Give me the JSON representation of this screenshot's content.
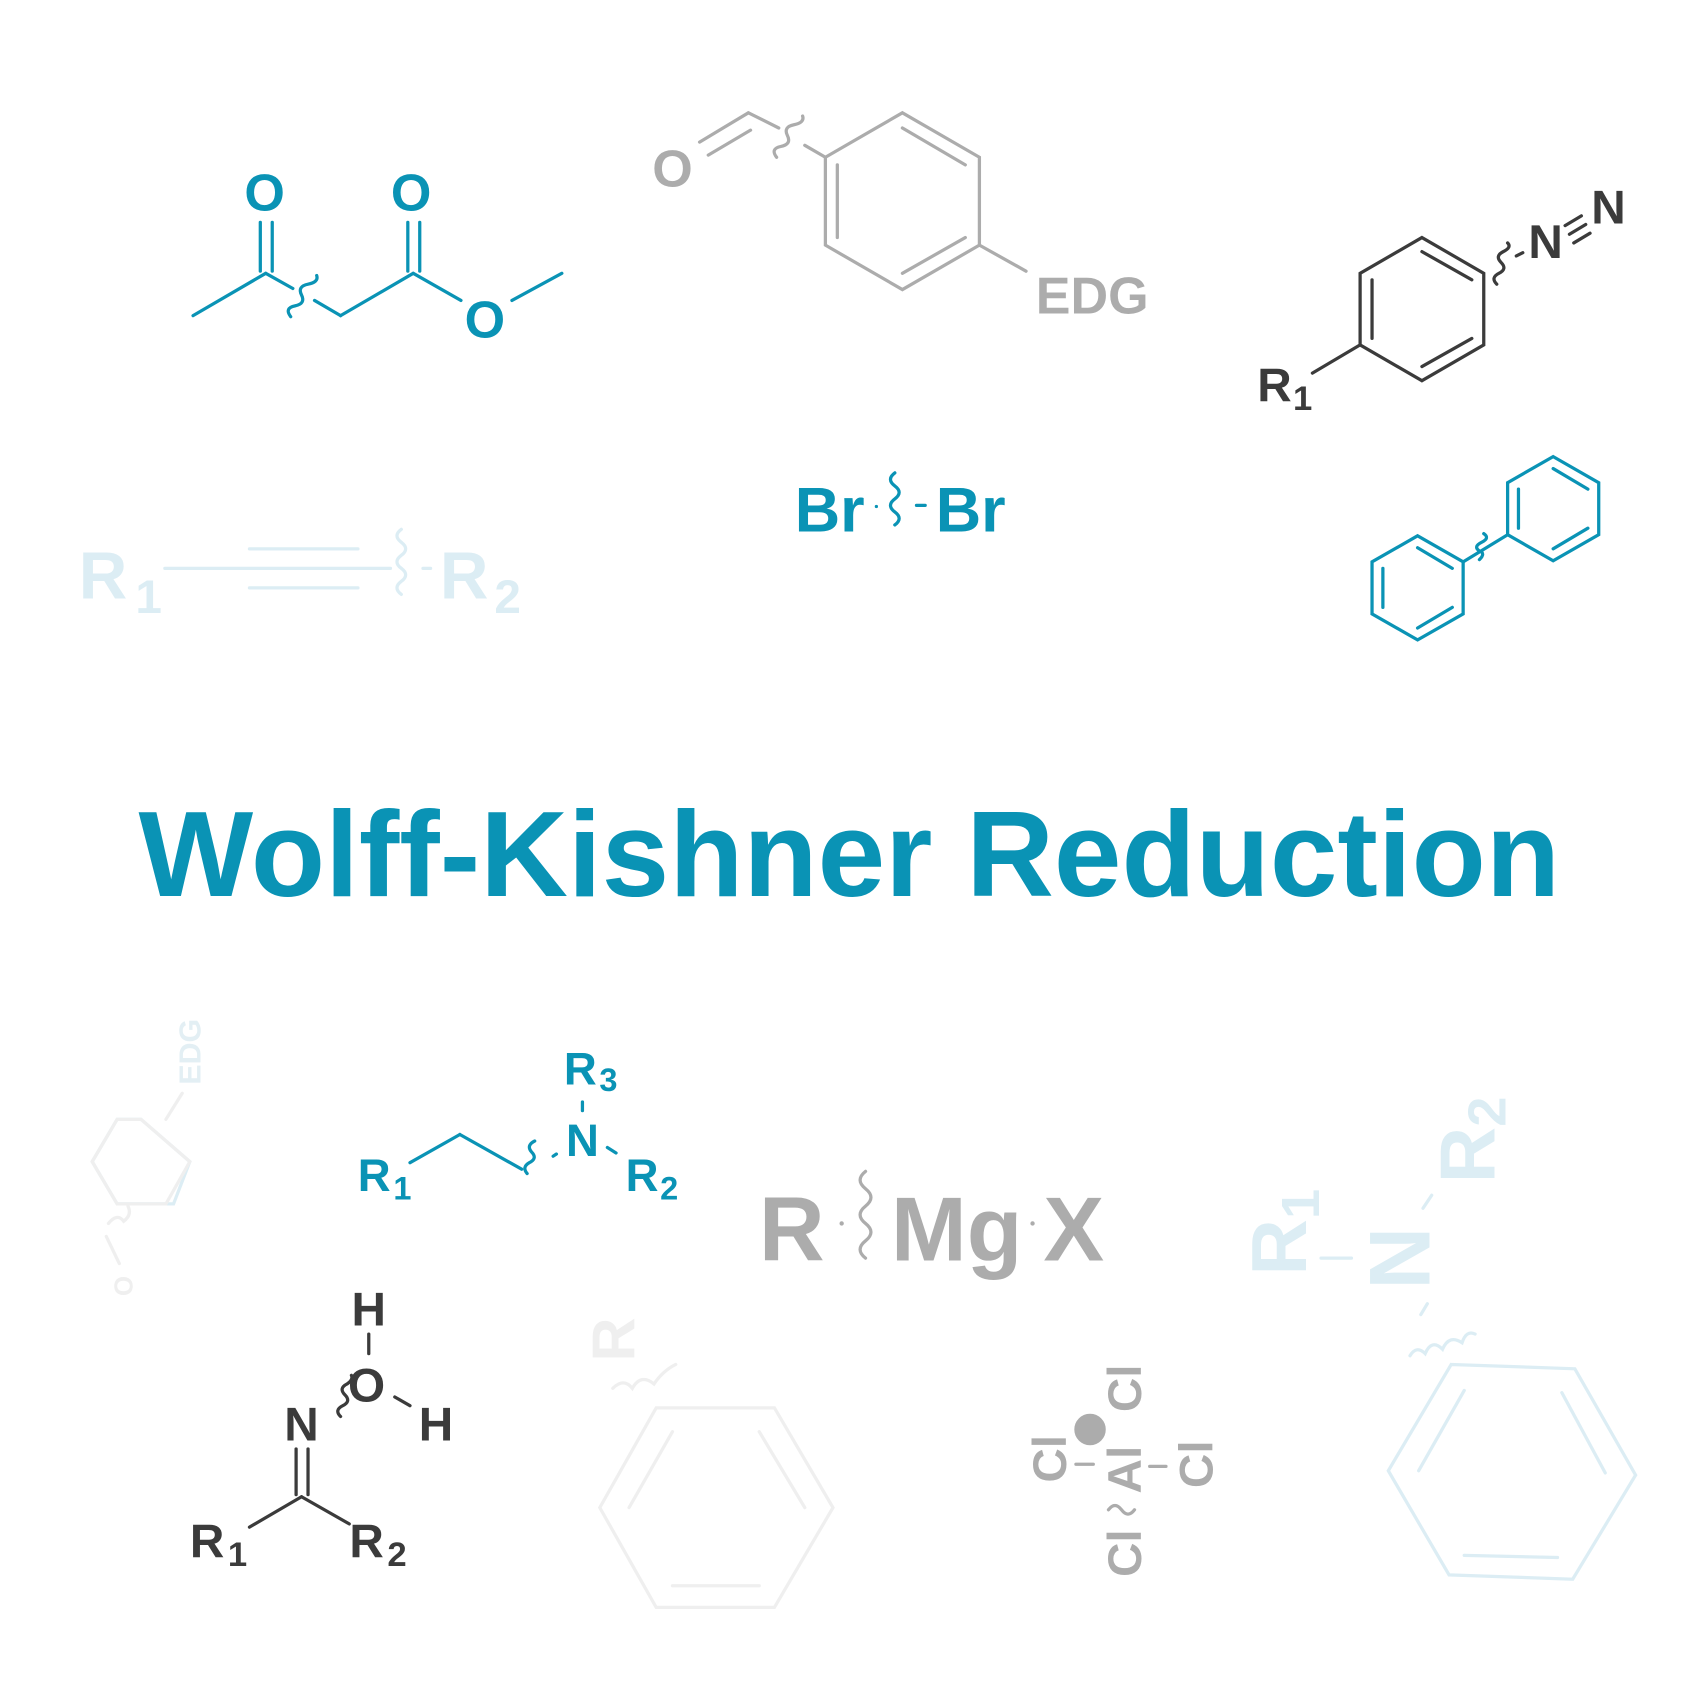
{
  "title": "Wolff-Kishner Reduction",
  "colors": {
    "accent": "#0a93b5",
    "gray": "#acacac",
    "dark": "#3b3b3b",
    "light_blue": "#dcedf4",
    "light_gray": "#efefef"
  },
  "molecules": {
    "ketoester": {
      "o1": "O",
      "o2": "O",
      "o3": "O"
    },
    "aldehyde": {
      "o": "O",
      "edg": "EDG"
    },
    "diazonium": {
      "r": "R",
      "r_sub": "1",
      "n1": "N",
      "n2": "N"
    },
    "bromine": {
      "br1": "Br",
      "br2": "Br"
    },
    "alkyne": {
      "r1": "R",
      "r1_sub": "1",
      "r2": "R",
      "r2_sub": "2"
    },
    "amine": {
      "r1": "R",
      "r1_sub": "1",
      "n": "N",
      "r2": "R",
      "r2_sub": "2",
      "r3": "R",
      "r3_sub": "3"
    },
    "grignard": {
      "r": "R",
      "mg": "Mg",
      "x": "X"
    },
    "faint_aldehyde": {
      "edg": "EDG",
      "o": "O"
    },
    "faint_arene": {
      "r": "R"
    },
    "aluminate": {
      "cl1": "Cl",
      "cl2": "Cl",
      "cl3": "Cl",
      "cl4": "Cl",
      "al": "Al",
      "charge": "−"
    },
    "aryl_amine": {
      "r1": "R",
      "r1_sub": "1",
      "n": "N",
      "r2": "R",
      "r2_sub": "2"
    },
    "hydrazone_water": {
      "h1": "H",
      "o": "O",
      "h2": "H",
      "n": "N",
      "r1": "R",
      "r1_sub": "1",
      "r2": "R",
      "r2_sub": "2"
    }
  }
}
